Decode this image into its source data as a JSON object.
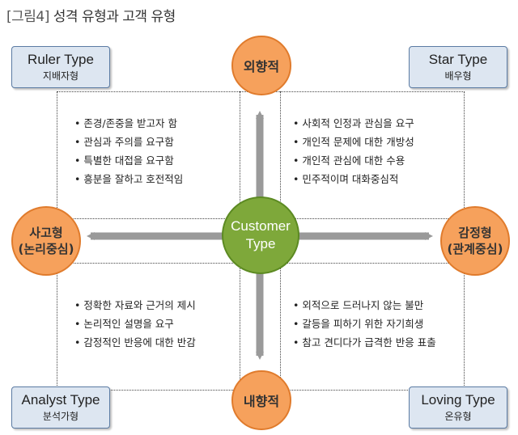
{
  "title": {
    "tag": "[그림4]",
    "text": "성격 유형과 고객 유형"
  },
  "boxes": {
    "ruler": {
      "en": "Ruler Type",
      "ko": "지배자형"
    },
    "star": {
      "en": "Star Type",
      "ko": "배우형"
    },
    "analyst": {
      "en": "Analyst Type",
      "ko": "분석가형"
    },
    "loving": {
      "en": "Loving Type",
      "ko": "온유형"
    }
  },
  "axes": {
    "top": "외향적",
    "bottom": "내향적",
    "left": {
      "line1": "사고형",
      "line2": "(논리중심)"
    },
    "right": {
      "line1": "감정형",
      "line2": "(관계중심)"
    }
  },
  "center": {
    "line1": "Customer",
    "line2": "Type"
  },
  "bullets": {
    "top_left": [
      "존경/존중을 받고자 함",
      "관심과 주의를 요구함",
      "특별한 대접을 요구함",
      "흥분을 잘하고 호전적임"
    ],
    "top_right": [
      "사회적 인정과 관심을 요구",
      "개인적 문제에 대한 개방성",
      "개인적 관심에 대한 수용",
      "민주적이며 대화중심적"
    ],
    "bottom_left": [
      "정확한 자료와 근거의 제시",
      "논리적인 설명을 요구",
      "감정적인 반응에 대한 반감"
    ],
    "bottom_right": [
      "외적으로 드러나지 않는 불만",
      "갈등을 피하기 위한 자기희생",
      "참고 견디다가 급격한 반응 표출"
    ]
  },
  "colors": {
    "orange": "#f6a15c",
    "green": "#7ea83a",
    "box_fill": "#dde6f1",
    "arrow": "#9a9a9a"
  }
}
